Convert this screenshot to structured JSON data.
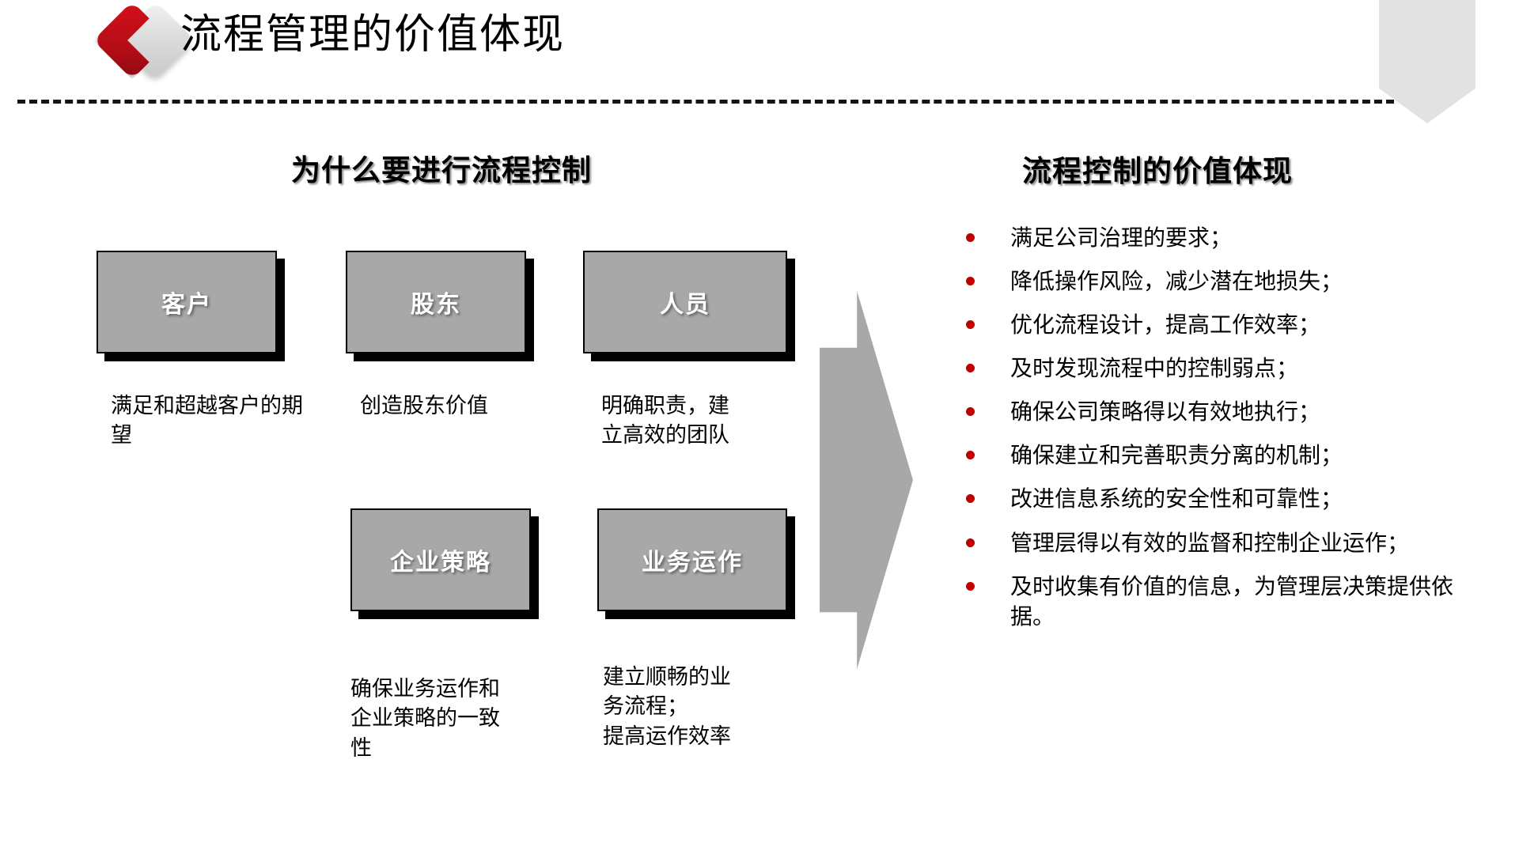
{
  "header": {
    "title": "流程管理的价值体现",
    "logo_icon": "chevron-diamond-logo",
    "accent_red": "#c00000",
    "ribbon_icon": "corner-ribbon-shape",
    "divider_icon": "dashed-divider"
  },
  "left_column": {
    "title": "为什么要进行流程控制",
    "boxes": [
      {
        "label": "客户",
        "caption": "满足和超越客户的期望"
      },
      {
        "label": "股东",
        "caption": "创造股东价值"
      },
      {
        "label": "人员",
        "caption": "明确职责，建\n立高效的团队"
      },
      {
        "label": "企业策略",
        "caption": "确保业务运作和\n企业策略的一致\n性"
      },
      {
        "label": "业务运作",
        "caption": "建立顺畅的业\n务流程；\n提高运作效率"
      }
    ],
    "box_fill": "#a8a8a8",
    "box_text_color": "#ffffff"
  },
  "arrow": {
    "icon": "right-arrow-shape",
    "color": "#a8a8a8"
  },
  "right_column": {
    "title": "流程控制的价值体现",
    "bullet_color": "#c00000",
    "items": [
      "满足公司治理的要求；",
      "降低操作风险，减少潜在地损失；",
      "优化流程设计，提高工作效率；",
      "及时发现流程中的控制弱点；",
      "确保公司策略得以有效地执行；",
      "确保建立和完善职责分离的机制；",
      "改进信息系统的安全性和可靠性；",
      "管理层得以有效的监督和控制企业运作；",
      "及时收集有价值的信息，为管理层决策提供依据。"
    ]
  }
}
